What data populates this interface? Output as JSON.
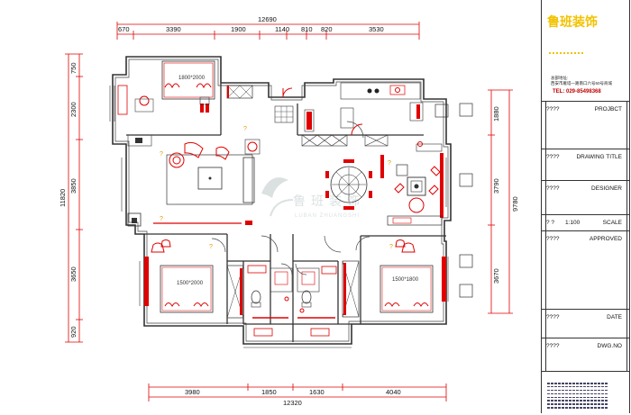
{
  "top_dimensions": {
    "total": "12690",
    "segments": [
      "670",
      "3390",
      "1900",
      "1140",
      "810",
      "820",
      "3530"
    ]
  },
  "bottom_dimensions": {
    "total": "12320",
    "segments": [
      "3980",
      "1850",
      "1630",
      "4040"
    ]
  },
  "left_dimensions": {
    "total": "11820",
    "segments": [
      "750",
      "2300",
      "3850",
      "3650",
      "920"
    ]
  },
  "right_dimensions": {
    "total": "9780",
    "segments": [
      "1880",
      "3790",
      "3670"
    ]
  },
  "bed_labels": [
    "1800*2000",
    "1500*2000",
    "1500*1800"
  ],
  "watermark": "LUBAN ZHUANGSHI",
  "title_block": {
    "company": "鲁班装饰",
    "address_line1": "总部地址:",
    "address_line2": "西安市雁塔一路南口六号50号商城",
    "tel": "TEL: 029-85498368",
    "rows": [
      {
        "q": "????",
        "label": "PROJBCT"
      },
      {
        "q": "????",
        "label": "DRAWING TITLE"
      },
      {
        "q": "????",
        "label": "DESIGNER"
      },
      {
        "q": "? ?",
        "scale": "1:100",
        "label": "SCALE"
      },
      {
        "q": "????",
        "label": "APPROVED"
      },
      {
        "q": "????",
        "label": "DATE"
      },
      {
        "q": "????",
        "label": "DWG.NO"
      }
    ]
  },
  "colors": {
    "wall": "#333333",
    "furniture": "#e00000",
    "dimension": "#e00000",
    "brand": "#f2c200"
  }
}
